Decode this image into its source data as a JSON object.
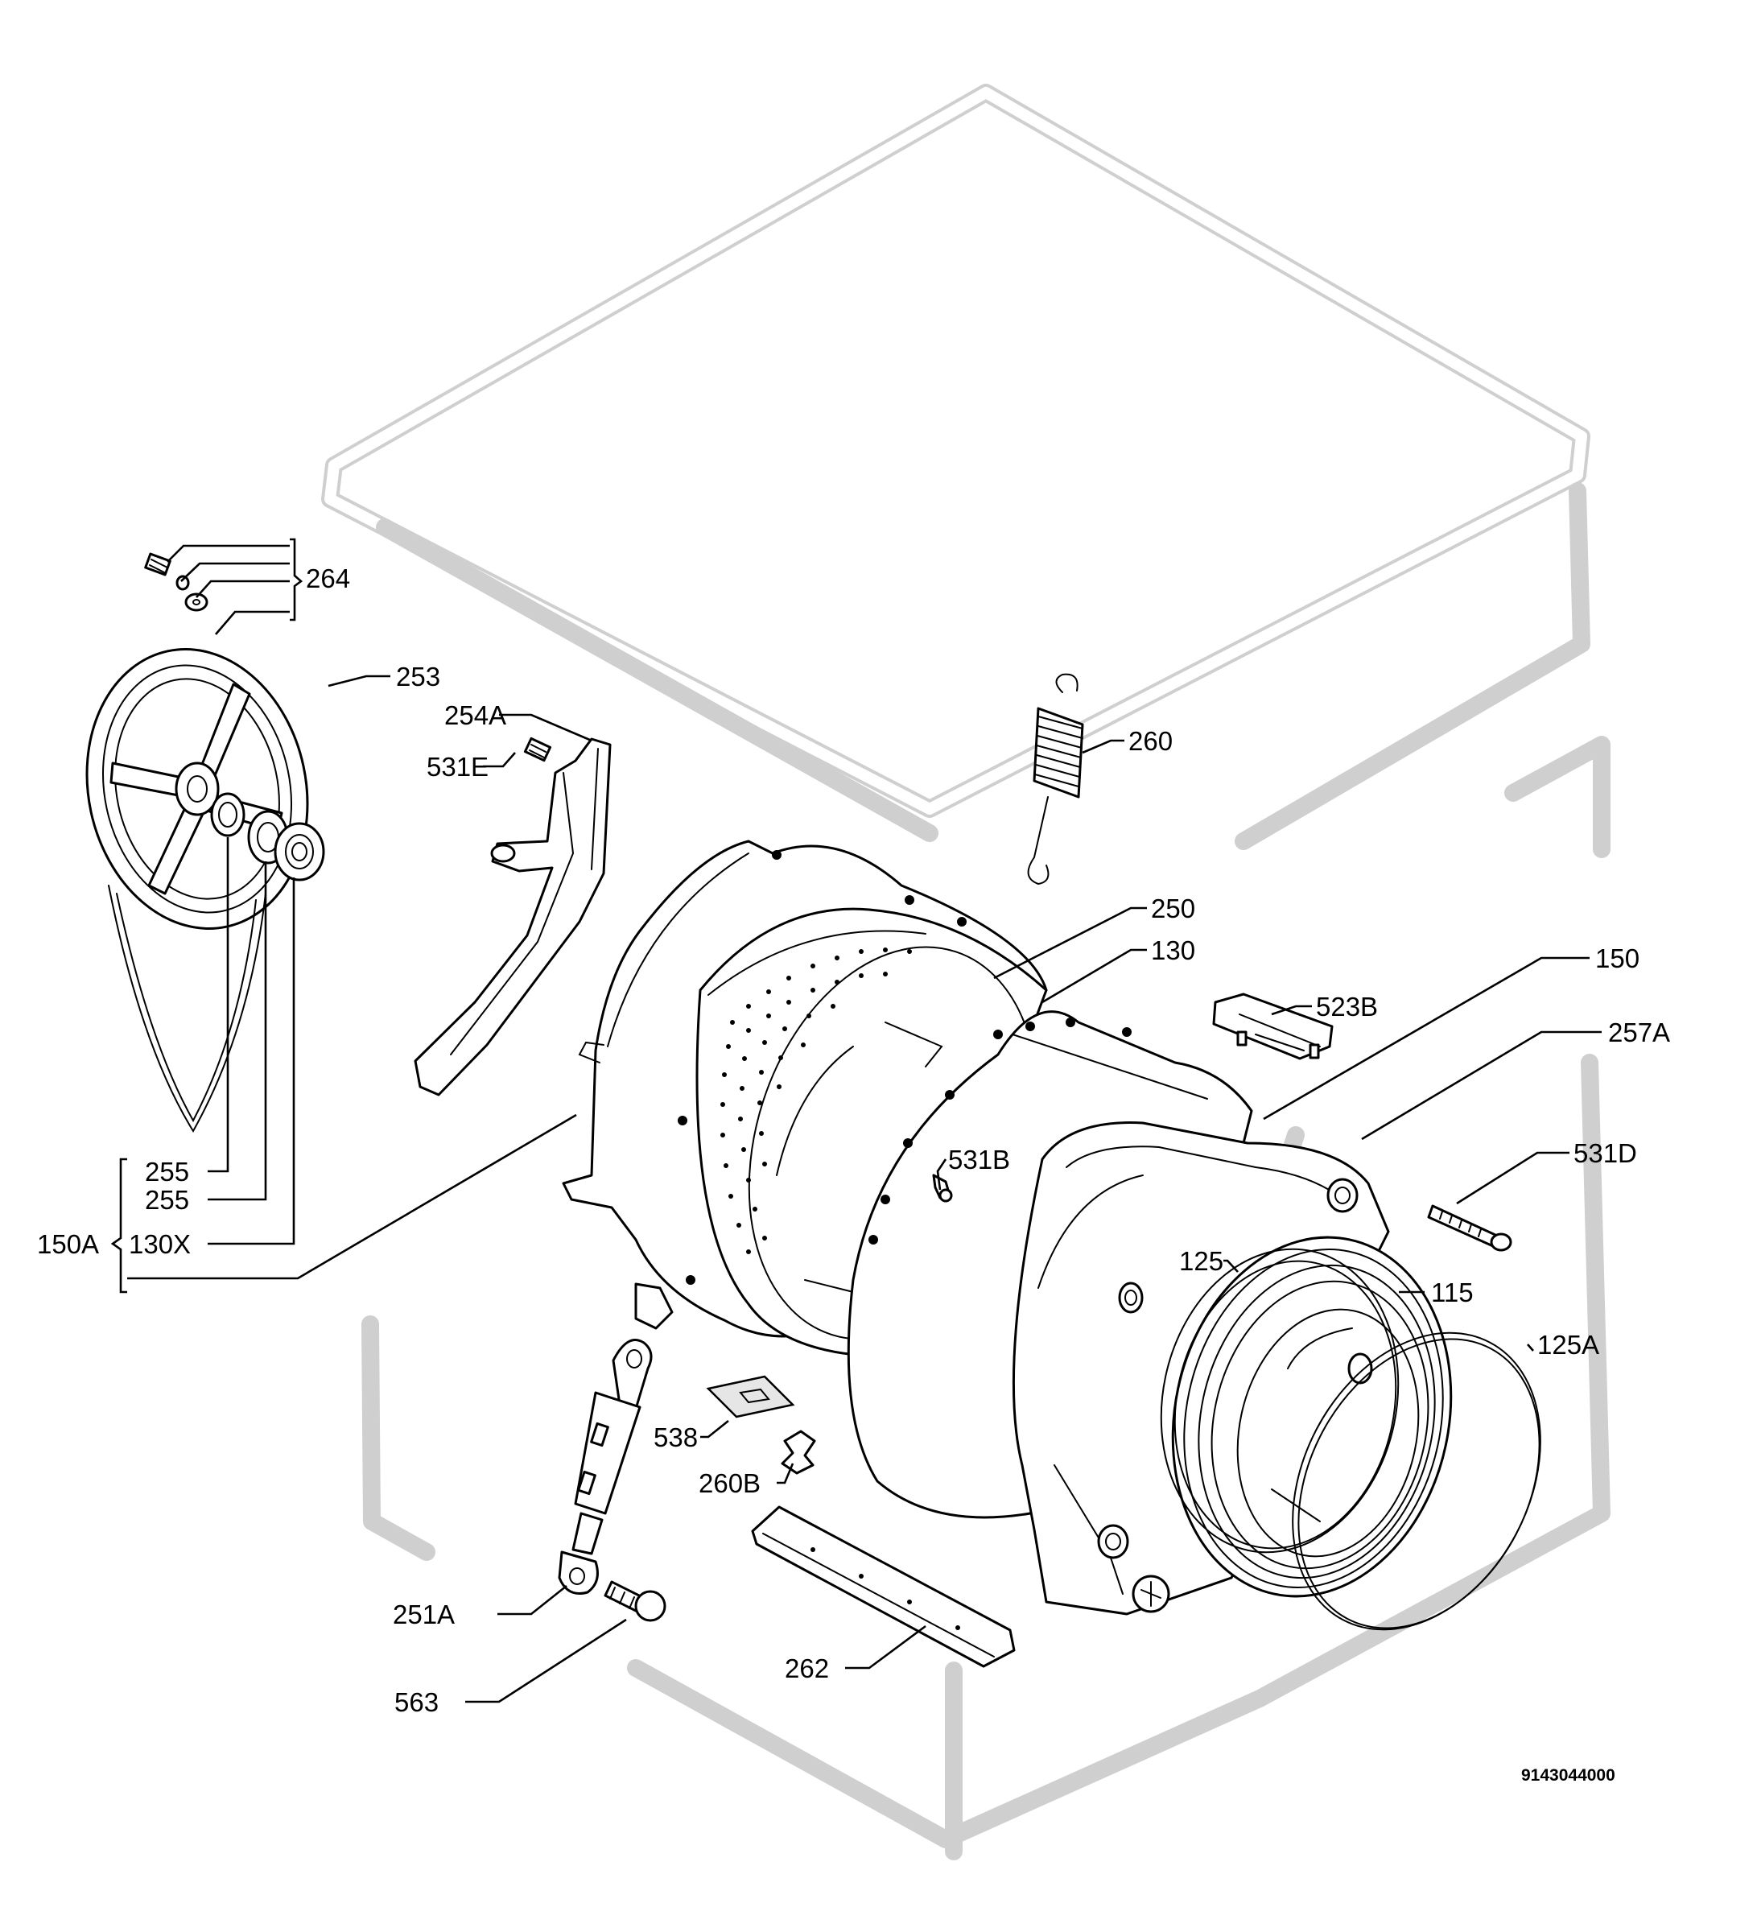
{
  "labels": {
    "l264": "264",
    "l253": "253",
    "l254A": "254A",
    "l531E": "531E",
    "l260": "260",
    "l250": "250",
    "l130": "130",
    "l150": "150",
    "l523B": "523B",
    "l257A": "257A",
    "l531D": "531D",
    "l531B": "531B",
    "l255a": "255",
    "l255b": "255",
    "l150A": "150A",
    "l130X": "130X",
    "l125": "125",
    "l115": "115",
    "l125A": "125A",
    "l538": "538",
    "l260B": "260B",
    "l251A": "251A",
    "l563": "563",
    "l262": "262"
  },
  "drawing_number": "9143044000"
}
